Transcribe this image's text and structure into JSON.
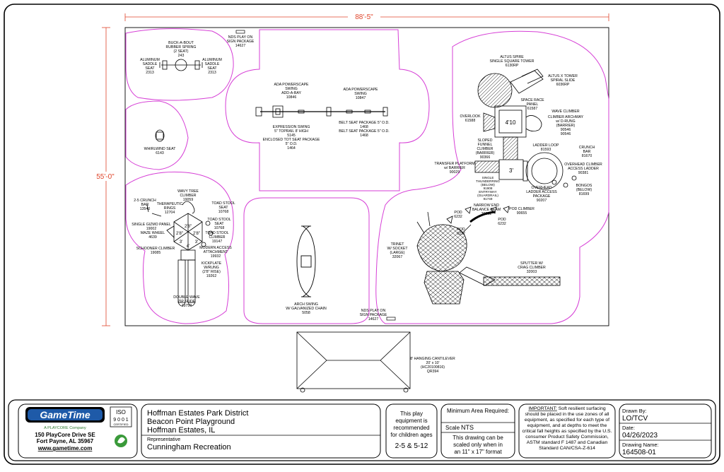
{
  "dimensions": {
    "width": "88'-5\"",
    "height": "55'-0\""
  },
  "notes": {
    "nds_top": [
      "NDS PLAY ON",
      "SIGN PACKAGE",
      "14627"
    ],
    "nds_bottom": [
      "NDS PLAY ON",
      "SIGN PACKAGE",
      "14627"
    ]
  },
  "components": {
    "buck_a_bout": [
      "BUCK-A-BOUT",
      "RUBBER SPRING",
      "(2 SEAT)",
      "243"
    ],
    "alum_seat_left": [
      "ALUMINUM",
      "SADDLE",
      "SEAT",
      "2313"
    ],
    "alum_seat_right": [
      "ALUMINUM",
      "SADDLE",
      "SEAT",
      "2313"
    ],
    "whirlwind": [
      "WHIRLWIND SEAT",
      "6143"
    ],
    "ada_swing_left": [
      "ADA POWERSCAPE",
      "SWING",
      "ADD-A-BAY",
      "10846"
    ],
    "ada_swing_right": [
      "ADA POWERSCAPE",
      "SWING",
      "10847"
    ],
    "expression_swing": [
      "EXPRESSION SWING",
      "5\" TOPRAIL 8' HIGH",
      "5145",
      "ENCLOSED TOT SEAT PACKAGE",
      "5\" O.D.",
      "1464"
    ],
    "belt_seat": [
      "BELT SEAT PACKAGE 5\" O.D.",
      "1468",
      "BELT SEAT PACKAGE 5\" O.D.",
      "1468"
    ],
    "altus_spire": [
      "ALTUS SPIRE",
      "SINGLE SQUARE TOWER",
      "6130RP"
    ],
    "altus_x": [
      "ALTUS X TOWER",
      "SPIRAL SLIDE",
      "6036RP"
    ],
    "overlook": [
      "OVERLOOK",
      "61588"
    ],
    "space_race": [
      "SPACE RACE",
      "PANEL",
      "61587"
    ],
    "wave_climber": [
      "WAVE CLIMBER",
      "CLIMBER ARCHWAY",
      "w/ D-RUNG",
      "(BARRIER)",
      "90546",
      "90546"
    ],
    "sloped_funnel": [
      "SLOPED",
      "FUNNEL",
      "CLIMBER",
      "(BARRIER)",
      "90366"
    ],
    "ladder_loop": [
      "LADDER LOOP",
      "81593"
    ],
    "crunch_bar_right": [
      "CRUNCH",
      "BAR",
      "81670"
    ],
    "overhead_climber": [
      "OVERHEAD CLIMBER",
      "ACCESS LADDER",
      "90381"
    ],
    "transfer": [
      "TRANSFER PLATFORM",
      "w/ BARRIER",
      "90029"
    ],
    "thunderring": [
      "SINGLE",
      "THUNDERRING",
      "(BELOW)",
      "91908",
      "ENTRYWAY",
      "(GUARDRAIL)",
      "91749"
    ],
    "overhead_ladder_pkg": [
      "OVERHEAD",
      "LADDER ACCESS",
      "PACKAGE",
      "90207"
    ],
    "bongos": [
      "BONGOS",
      "(BELOW)",
      "81699"
    ],
    "narrow_beam": [
      "NARROW END",
      "BALANCE BEAM",
      "36062"
    ],
    "pod_1": [
      "POD",
      "6232"
    ],
    "pod_2": [
      "POD",
      "6232"
    ],
    "pod_3": [
      "POD",
      "6232"
    ],
    "pod_climber": [
      "POD CLIMBER",
      "90655"
    ],
    "trinet": [
      "TRINET",
      "W/ SOCKET",
      "(LARGE)",
      "32067"
    ],
    "sputter": [
      "SPUTTER W/",
      "CRAG CLIMBER",
      "32003"
    ],
    "wavy_tree": [
      "WAVY TREE",
      "CLIMBER",
      "19059"
    ],
    "crunch_bar_left": [
      "2-5 CRUNCH",
      "BAR",
      "13540"
    ],
    "therapeutic": [
      "THERAPEUTIC",
      "RINGS",
      "12704"
    ],
    "toad_stool_1": [
      "TOAD STOOL",
      "SEAT",
      "10768"
    ],
    "toad_stool_2": [
      "TOAD STOOL",
      "SEAT",
      "10768"
    ],
    "toad_stool_climber": [
      "TOAD STOOL",
      "CLIMBER",
      "19147"
    ],
    "gizmo": [
      "SINGLE GIZMO PANEL",
      "19002"
    ],
    "maze_wheel": [
      "MAZE WHEEL",
      "4639"
    ],
    "schooner": [
      "SCHOONER CLIMBER",
      "19085"
    ],
    "modern_access": [
      "MODERN ACCESS",
      "ATTACHMENT",
      "19932"
    ],
    "kickplate": [
      "KICKPLATE",
      "W/RUNG",
      "(2'8\" RISE)",
      "19262"
    ],
    "double_wave": [
      "DOUBLE WAVE",
      "ZIP SLIDE",
      "19750"
    ],
    "arch_swing": [
      "ARCH SWING",
      "W/ GALVANIZED CHAIN",
      "5058"
    ],
    "cantilever": [
      "8' HANGING CANTILEVER",
      "20' x 10'",
      "(HC20100816)",
      "QR394"
    ]
  },
  "deck_heights": {
    "tower_a": "4'10",
    "tower_b": "3'",
    "tot_decks": [
      "2'8\"",
      "2'8\"",
      "2'8\"",
      "3'",
      "4'",
      "3'"
    ]
  },
  "title_block": {
    "logo_text": "GameTime",
    "logo_tagline": "A PLAYCORE Company",
    "iso_text": "ISO",
    "iso_number": "9 0 0 1",
    "iso_sub": "CERTIFIED",
    "address": [
      "150 PlayCore Drive SE",
      "Fort Payne, AL 35967"
    ],
    "website": "www.gametime.com",
    "project_lines": [
      "Hoffman Estates Park District",
      "Beacon Point Playground",
      "Hoffman Estates, IL"
    ],
    "rep_label": "Representative",
    "rep_name": "Cunningham Recreation",
    "age_note": [
      "This play",
      "equipment is",
      "recommended",
      "for children ages"
    ],
    "ages": "2-5 & 5-12",
    "min_area_label": "Minimum Area Required:",
    "scale_label": "Scale",
    "scale_value": "NTS",
    "scale_note": [
      "This drawing can be",
      "scaled only when in",
      "an 11\" x 17\" format"
    ],
    "important_label": "IMPORTANT:",
    "important_text": [
      " Soft resilient surfacing",
      "should be placed in the use zones of all",
      "equipment, as specified for each type of",
      "equipment, and at depths to meet the",
      "critical fall heights as specified by the U.S.",
      "consumer Product Safety Commission,",
      "ASTM standard F 1487 and Canadian",
      "Standard CAN/CSA-Z-614"
    ],
    "drawn_by_label": "Drawn By:",
    "drawn_by": "LO/TCV",
    "date_label": "Date:",
    "date": "04/26/2023",
    "drawing_name_label": "Drawing Name:",
    "drawing_name": "164508-01"
  },
  "colors": {
    "use_zone": "#d63fd6",
    "dimension": "#e0452b",
    "line": "#000000"
  }
}
